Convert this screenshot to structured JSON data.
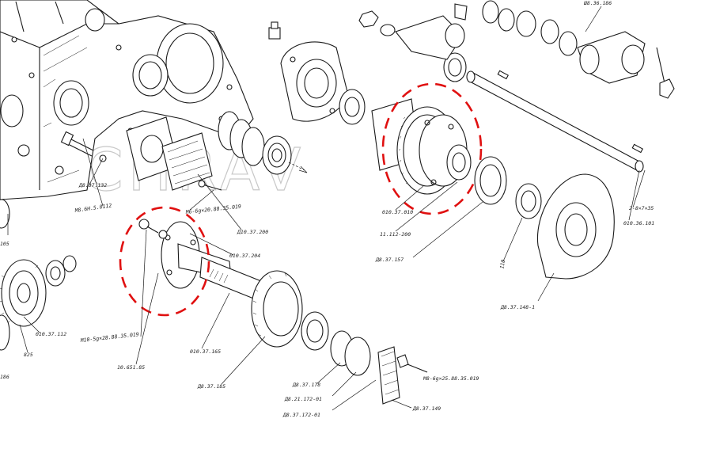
{
  "diagram": {
    "watermark": "TECHRAV",
    "colors": {
      "highlight": "#e01010",
      "ink": "#1a1a1a",
      "watermark": "#c8c8c8"
    },
    "labels": {
      "l1": "Ш8.36.186",
      "l2": "Д8.37.132",
      "l3": "М8.6Н.5.0112",
      "l4": "105",
      "l5": "010.37.112",
      "l6": "825",
      "l7": "186",
      "l8": "М6-6g×20.88.35.019",
      "l9": "Д10.37.200",
      "l10": "010.37.204",
      "l11": "М10-5g×28.88.35.019",
      "l12": "10.651.85",
      "l13": "010.37.165",
      "l14": "Д8.37.185",
      "l15": "Д8.37.178",
      "l16": "Д8.21.172-01",
      "l17": "Д8.37.172-01",
      "l18": "М8-6g×25.88.35.019",
      "l19": "Д8.37.149",
      "l20": "010.37.010",
      "l21": "11.112-200",
      "l22": "Д8.37.157",
      "l23": "110",
      "l24": "Д8.37.148-1",
      "l25": "010.36.101",
      "l26": "2-8×7×35"
    }
  }
}
